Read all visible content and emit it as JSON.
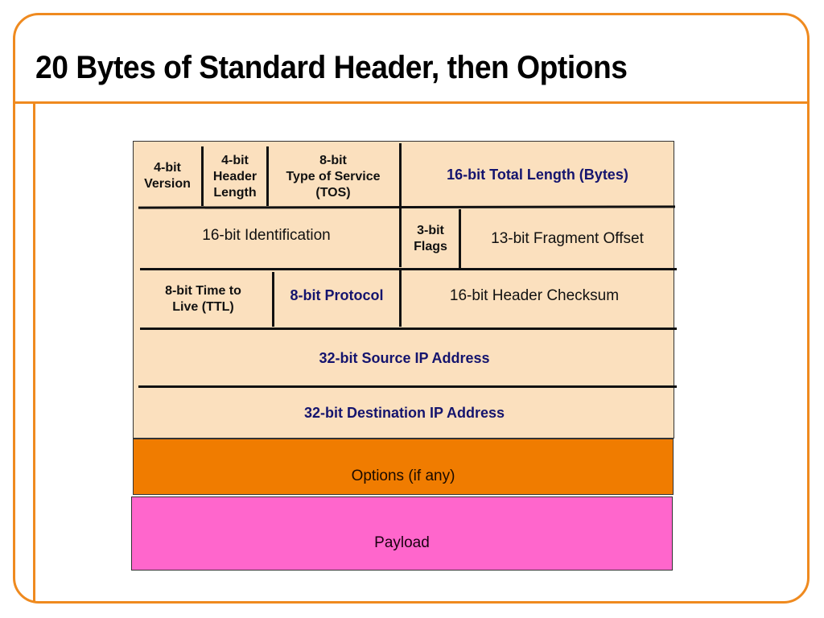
{
  "slide": {
    "title": "20 Bytes of Standard Header, then Options",
    "colors": {
      "frame": "#EF8A1F",
      "header_bg": "#FBE0BE",
      "options_bg": "#F07C00",
      "payload_bg": "#FF66CC",
      "highlight_text": "#14146E"
    }
  },
  "header": {
    "row1": {
      "version": {
        "line1": "4-bit",
        "line2": "Version"
      },
      "ihl": {
        "line1": "4-bit",
        "line2": "Header",
        "line3": "Length"
      },
      "tos": {
        "line1": "8-bit",
        "line2": "Type of Service",
        "line3": "(TOS)"
      },
      "total_length": "16-bit Total Length (Bytes)"
    },
    "row2": {
      "identification": "16-bit Identification",
      "flags": {
        "line1": "3-bit",
        "line2": "Flags"
      },
      "fragment_offset": "13-bit Fragment Offset"
    },
    "row3": {
      "ttl": {
        "line1": "8-bit Time to",
        "line2": "Live (TTL)"
      },
      "protocol": "8-bit Protocol",
      "checksum": "16-bit Header Checksum"
    },
    "row4": {
      "source_ip": "32-bit Source IP Address"
    },
    "row5": {
      "destination_ip": "32-bit Destination IP Address"
    }
  },
  "options": {
    "label": "Options (if any)"
  },
  "payload": {
    "label": "Payload"
  }
}
